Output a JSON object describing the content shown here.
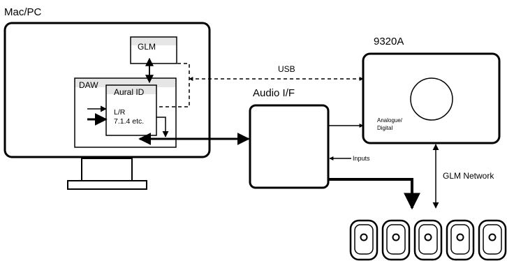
{
  "labels": {
    "computer": "Mac/PC",
    "glm": "GLM",
    "daw": "DAW",
    "aural_id": "Aural ID",
    "lr": "L/R",
    "formats": "7.1.4 etc.",
    "usb": "USB",
    "audio_if": "Audio I/F",
    "controller": "9320A",
    "analogue": "Analogue/",
    "digital": "Digital",
    "inputs": "Inputs",
    "glm_network": "GLM Network"
  },
  "colors": {
    "line": "#000000",
    "panel_fill": "#e6e6e6",
    "background": "#ffffff"
  },
  "speakers": [
    {
      "icon": "speaker-icon"
    },
    {
      "icon": "speaker-icon"
    },
    {
      "icon": "speaker-icon"
    },
    {
      "icon": "speaker-icon"
    },
    {
      "icon": "speaker-icon"
    }
  ]
}
